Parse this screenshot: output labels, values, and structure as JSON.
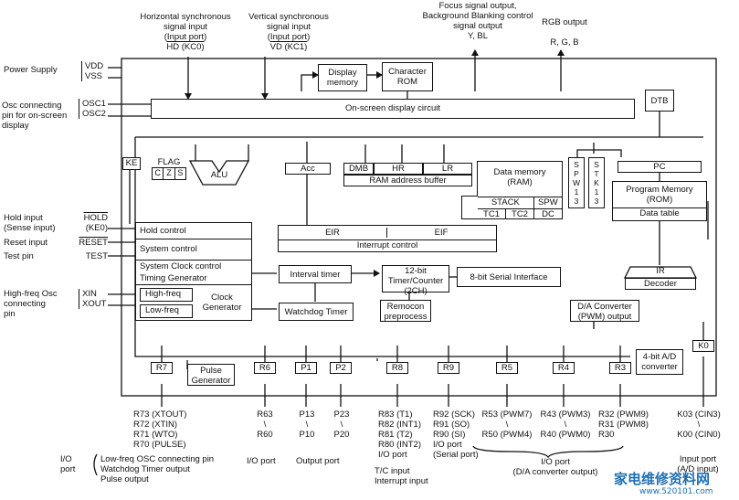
{
  "top": {
    "hsync": [
      "Horizontal synchronous",
      "signal input",
      "(Input port)",
      "HD (KC0)"
    ],
    "vsync": [
      "Vertical synchronous",
      "signal input",
      "(Input port)",
      "VD (KC1)"
    ],
    "focus": [
      "Focus signal output,",
      "Background Blanking control",
      "signal output",
      "Y, BL"
    ],
    "rgb": [
      "RGB output",
      "R, G, B"
    ]
  },
  "left": {
    "power_supply": "Power Supply",
    "vdd": "VDD",
    "vss": "VSS",
    "osc_conn": [
      "Osc connecting",
      "pin for on-screen",
      "display"
    ],
    "osc1": "OSC1",
    "osc2": "OSC2",
    "hold_input": [
      "Hold input",
      "(Sense input)"
    ],
    "hold_pin": "HOLD",
    "hold_pin2": "(KE0)",
    "reset_input": "Reset input",
    "reset_pin": "RESET",
    "test_pin": "Test pin",
    "test_label": "TEST",
    "highfreq_osc": [
      "High-freq Osc",
      "connecting",
      "pin"
    ],
    "xin": "XIN",
    "xout": "XOUT"
  },
  "blocks": {
    "display_memory": [
      "Display",
      "memory"
    ],
    "character_rom": [
      "Character",
      "ROM"
    ],
    "osd_circuit": "On-screen display circuit",
    "dtb": "DTB",
    "flag": "FLAG",
    "flag_bits": [
      "C",
      "Z",
      "S"
    ],
    "ke": "KE",
    "alu": "ALU",
    "acc": "Acc",
    "dmb": "DMB",
    "hr": "HR",
    "lr": "LR",
    "ram_addr": "RAM address buffer",
    "data_memory": [
      "Data memory",
      "(RAM)"
    ],
    "stack": "STACK",
    "spw": "SPW",
    "tc1": "TC1",
    "tc2": "TC2",
    "dc": "DC",
    "spw13": [
      "S",
      "P",
      "W",
      "1",
      "3"
    ],
    "stk13": [
      "S",
      "T",
      "K",
      "1",
      "3"
    ],
    "pc": "PC",
    "program_memory": [
      "Program Memory",
      "(ROM)"
    ],
    "data_table": "Data table",
    "ir": "IR",
    "decoder": "Decoder",
    "hold_control": "Hold control",
    "system_control": "System control",
    "system_clock_control": "System Clock control",
    "timing_generator": "Timing Generator",
    "high_freq": "High-freq",
    "low_freq": "Low-freq",
    "clock_generator": [
      "Clock",
      "Generator"
    ],
    "eir": "EIR",
    "eif": "EIF",
    "interrupt_control": "Interrupt control",
    "interval_timer": "Interval timer",
    "timer_counter": [
      "12-bit",
      "Timer/Counter",
      "(2CH)"
    ],
    "serial_if": "8-bit Serial Interface",
    "watchdog": "Watchdog Timer",
    "remocon": [
      "Remocon",
      "preprocess"
    ],
    "da_converter": [
      "D/A Converter",
      "(PWM) output"
    ],
    "ad_converter": [
      "4-bit A/D",
      "converter"
    ],
    "pulse_generator": [
      "Pulse",
      "Generator"
    ],
    "ports": [
      "R7",
      "R6",
      "P1",
      "P2",
      "R8",
      "R9",
      "R5",
      "R4",
      "R3",
      "K0"
    ]
  },
  "bottom": {
    "r7": [
      "R73 (XTOUT)",
      "R72 (XTIN)",
      "R71 (WTO)",
      "R70 (PULSE)"
    ],
    "r6": [
      "R63",
      "\\",
      "R60"
    ],
    "p1": [
      "P13",
      "\\",
      "P10"
    ],
    "p2": [
      "P23",
      "\\",
      "P20"
    ],
    "r8": [
      "R83 (T1)",
      "R82 (INT1)",
      "R81 (T2)",
      "R80 (INT2)",
      "I/O port"
    ],
    "r9": [
      "R92 (SCK)",
      "R91 (SO)",
      "R90 (SI)",
      "I/O port",
      "(Serial port)"
    ],
    "r5": [
      "R53 (PWM7)",
      "\\",
      "R50 (PWM4)"
    ],
    "r4": [
      "R43 (PWM3)",
      "\\",
      "R40 (PWM0)"
    ],
    "r3": [
      "R32 (PWM9)",
      "R31 (PWM8)",
      "R30"
    ],
    "k0": [
      "K03 (CIN3)",
      "\\",
      "K00 (CIN0)"
    ],
    "io_port": [
      "I/O",
      "port"
    ],
    "r7_func": [
      "Low-freq OSC connecting pin",
      "Watchdog Timer output",
      "Pulse output"
    ],
    "io_port2": "I/O port",
    "output_port": "Output port",
    "tc_input": [
      "T/C input",
      "Interrupt input"
    ],
    "io_da": [
      "I/O port",
      "(D/A converter output)"
    ],
    "input_ad": [
      "Input port",
      "(A/D input)"
    ]
  },
  "watermark": {
    "cn": "家电维修资料网",
    "url": "www.520101.com"
  }
}
